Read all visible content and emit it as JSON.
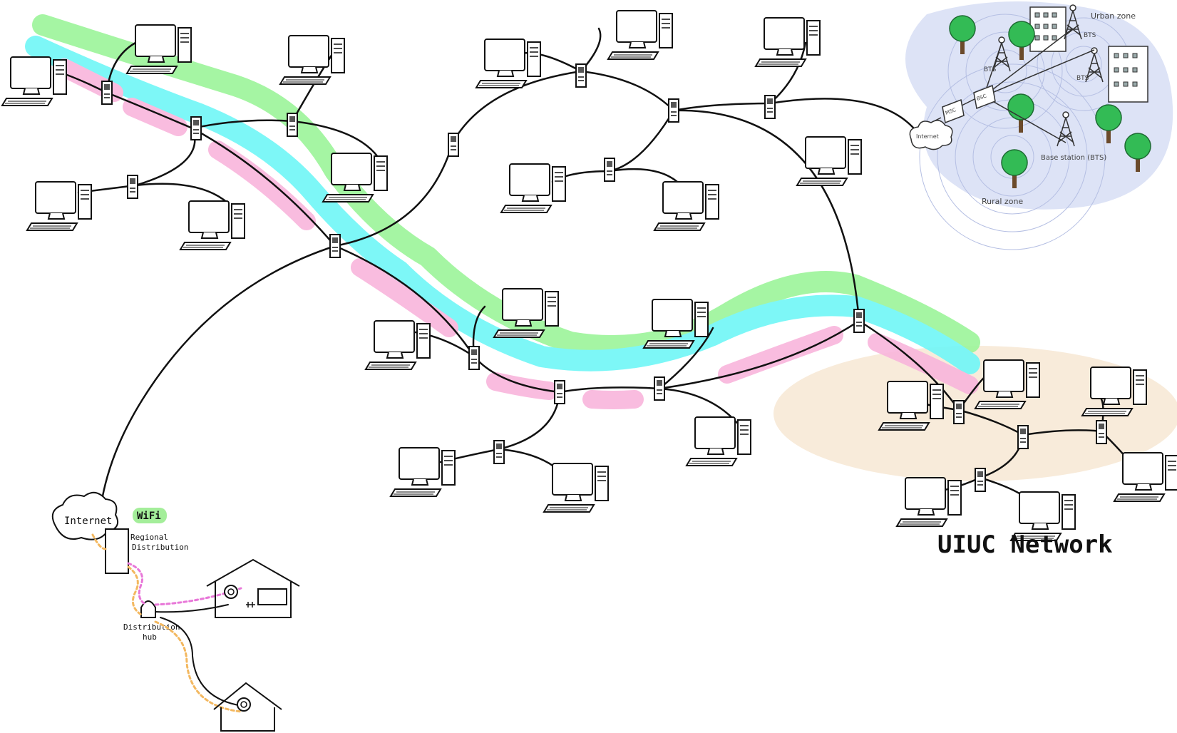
{
  "colors": {
    "green_highlight": "#9cf59a",
    "cyan_highlight": "#6ff7f7",
    "pink_highlight": "#f9b5dc",
    "uiuc_zone": "#f8ebda",
    "cellular_zone": "#dde3f6",
    "screen_green": "#a8ee9c",
    "screen_orange": "#f7b98a",
    "screen_yellow": "#f7f49b",
    "screen_cyan": "#8ef3f3",
    "screen_pink": "#f7b4d8",
    "screen_gray": "#d6d6d6",
    "tree": "#33bb55",
    "wifi_tag": "#a4ee9a",
    "cable_orange": "#f3b860",
    "cable_pink": "#e877d8"
  },
  "labels": {
    "uiuc_network": "UIUC Network",
    "internet_cloud": "Internet",
    "wifi": "WiFi",
    "regional_distribution_1": "Regional",
    "regional_distribution_2": "Distribution",
    "distribution_hub_1": "Distribution",
    "distribution_hub_2": "hub"
  },
  "cellular": {
    "urban_zone": "Urban zone",
    "rural_zone": "Rural zone",
    "internet": "Internet",
    "msc": "MSC",
    "bsc": "BSC",
    "bts": "BTS",
    "base_station": "Base station (BTS)"
  }
}
